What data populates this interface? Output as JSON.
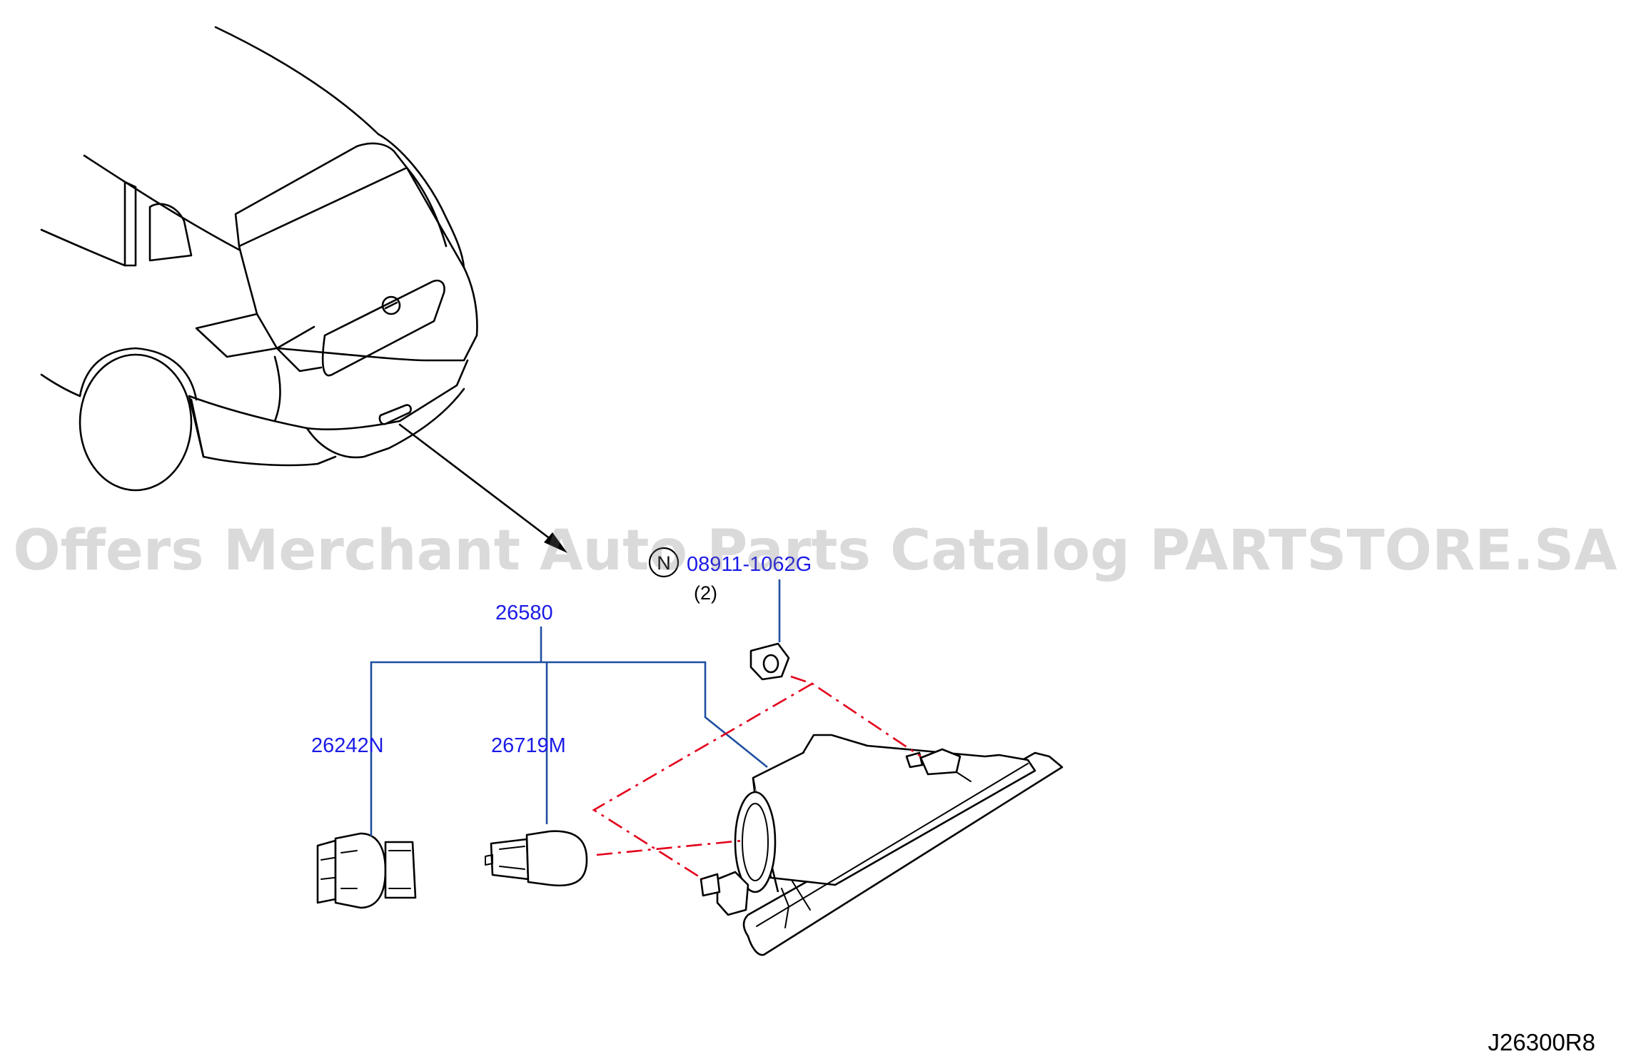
{
  "diagram": {
    "parts": {
      "clip": "08911-1062G",
      "clip_qty": "(2)",
      "clip_symbol": "N",
      "assembly": "26580",
      "socket": "26242N",
      "bulb": "26719M"
    },
    "figure_code": "J26300R8",
    "watermark": "Offers Merchant Auto Parts Catalog PARTSTORE.SA"
  }
}
